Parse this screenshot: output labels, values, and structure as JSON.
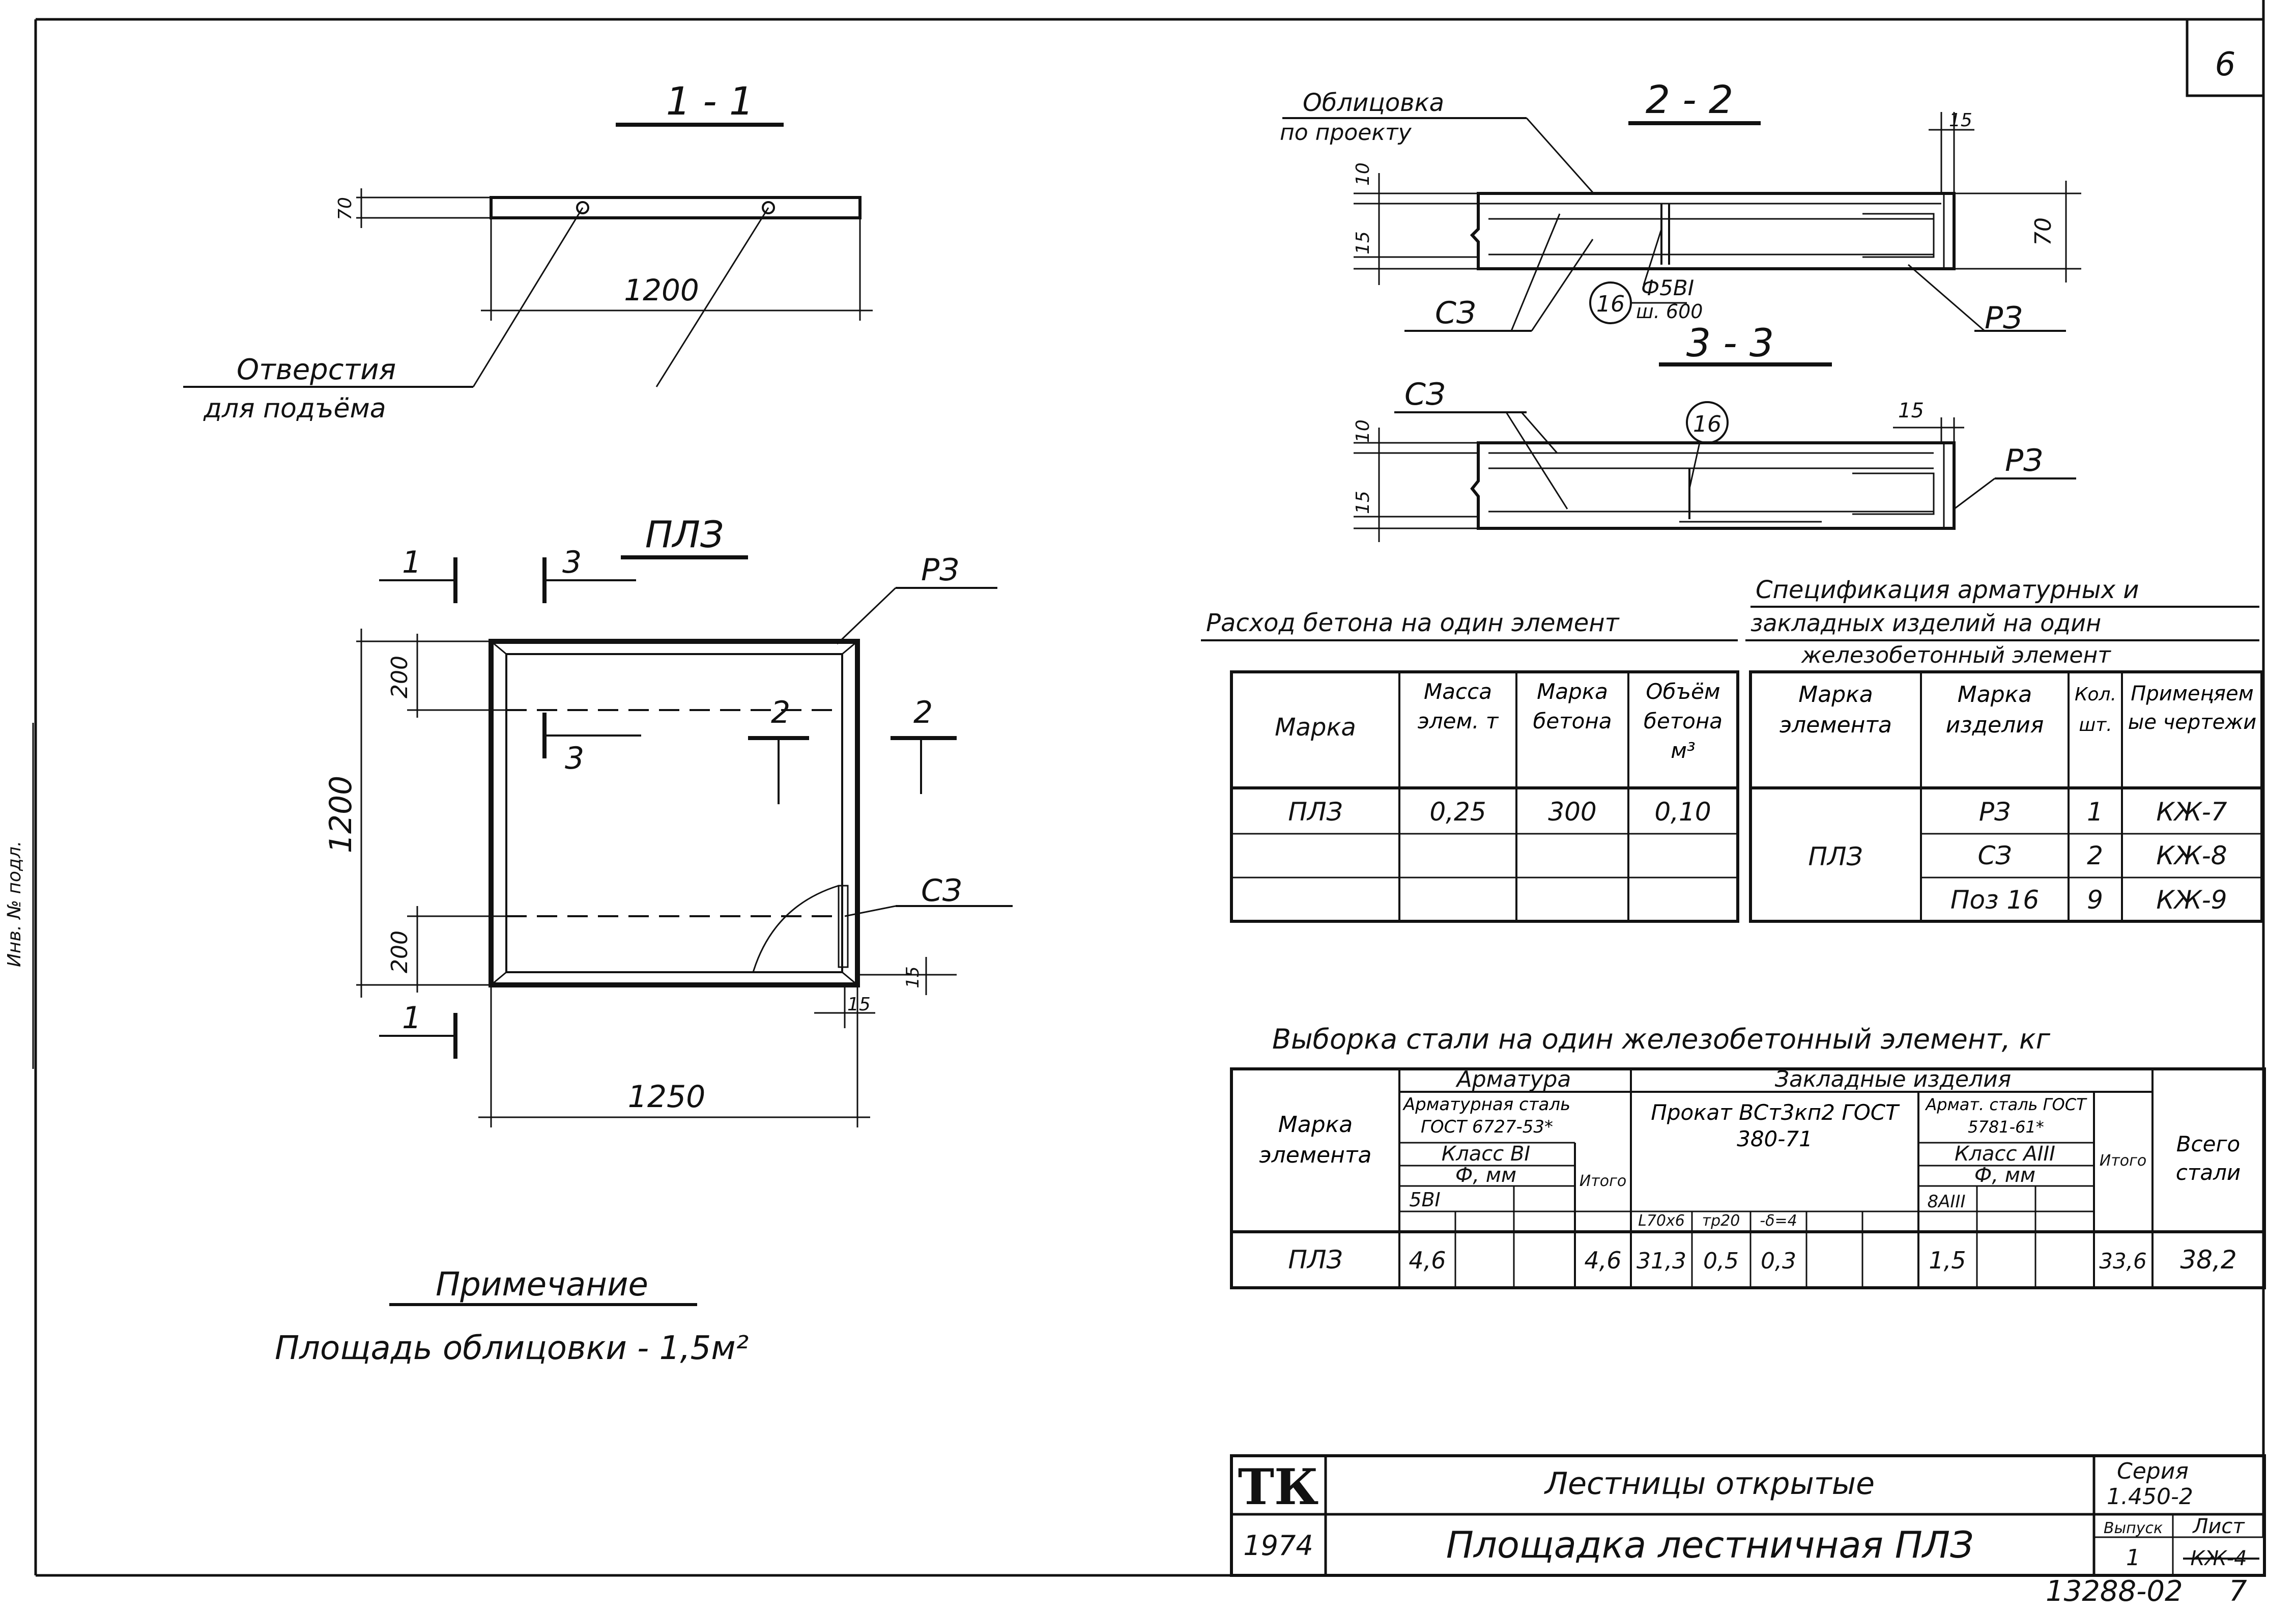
{
  "sheet_number": "6",
  "side_stamp": "Инв. № подл.",
  "sec11": {
    "title": "1 - 1",
    "dim_70": "70",
    "dim_1200": "1200",
    "note1": "Отверстия",
    "note2": "для подъёма"
  },
  "sec22": {
    "title": "2 - 2",
    "cladding1": "Облицовка",
    "cladding2": "по проекту",
    "dim_10": "10",
    "dim_15": "15",
    "dim_15_top": "15",
    "dim_70": "70",
    "cz": "СЗ",
    "pos": "16",
    "rebar1": "Ф5ВI",
    "rebar2": "ш. 600",
    "rz": "РЗ"
  },
  "sec33": {
    "title": "3 - 3",
    "cz": "СЗ",
    "pos": "16",
    "dim_15_top": "15",
    "rz": "РЗ",
    "dim_10": "10",
    "dim_15": "15"
  },
  "plan": {
    "title": "ПЛЗ",
    "rz": "РЗ",
    "cz": "СЗ",
    "dim_200_top": "200",
    "dim_200_bot": "200",
    "dim_1200": "1200",
    "dim_1250": "1250",
    "dim_15a": "15",
    "dim_15b": "15",
    "cut1_top": "1",
    "cut3_top": "3",
    "cut3_inner": "3",
    "cut2_inner": "2",
    "cut2_right": "2",
    "cut1_bot": "1"
  },
  "note": {
    "title": "Примечание",
    "text": "Площадь облицовки - 1,5м²"
  },
  "concrete": {
    "caption": "Расход бетона на один элемент",
    "headers": [
      "Марка",
      "Масса элем. т",
      "Марка бетона",
      "Объём бетона м³"
    ],
    "rows": [
      [
        "ПЛЗ",
        "0,25",
        "300",
        "0,10"
      ]
    ]
  },
  "spec": {
    "caption1": "Спецификация арматурных и",
    "caption2": "закладных изделий на один",
    "caption3": "железобетонный элемент",
    "headers": [
      "Марка элемента",
      "Марка изделия",
      "Кол. шт.",
      "Примеңяемые чертежи"
    ],
    "element": "ПЛЗ",
    "rows": [
      [
        "РЗ",
        "1",
        "КЖ-7"
      ],
      [
        "СЗ",
        "2",
        "КЖ-8"
      ],
      [
        "Поз 16",
        "9",
        "КЖ-9"
      ]
    ]
  },
  "steel": {
    "caption": "Выборка стали на один железобетонный элемент, кг",
    "h_mark": "Марка элемента",
    "h_armatura": "Арматура",
    "h_arm_steel": "Арматурная сталь ГОСТ 6727-53*",
    "h_class_b1": "Класс ВI",
    "h_diam": "Ф, мм",
    "h_5b1": "5ВI",
    "h_itogo": "Итого",
    "h_embedded": "Закладные изделия",
    "h_prokat": "Прокат ВСт3кп2 ГОСТ 380-71",
    "h_sub1": "L70х6",
    "h_sub2": "тр20",
    "h_sub3": "-δ=4",
    "h_arm_steel2": "Армат. сталь ГОСТ 5781-61*",
    "h_class_a3": "Класс АIII",
    "h_diam2": "Ф, мм",
    "h_8a3": "8АIII",
    "h_itogo2": "Итого",
    "h_total": "Всего стали",
    "row": [
      "ПЛЗ",
      "4,6",
      "4,6",
      "31,3",
      "0,5",
      "0,3",
      "1,5",
      "33,6",
      "38,2"
    ]
  },
  "title_block": {
    "logo": "ТК",
    "year": "1974",
    "title1": "Лестницы открытые",
    "title2": "Площадка лестничная ПЛЗ",
    "series_label": "Серия",
    "series": "1.450-2",
    "issue_label": "Выпуск",
    "issue": "1",
    "sheet_label": "Лист",
    "sheet": "КЖ-4",
    "doc_number": "13288-02",
    "page": "7"
  }
}
